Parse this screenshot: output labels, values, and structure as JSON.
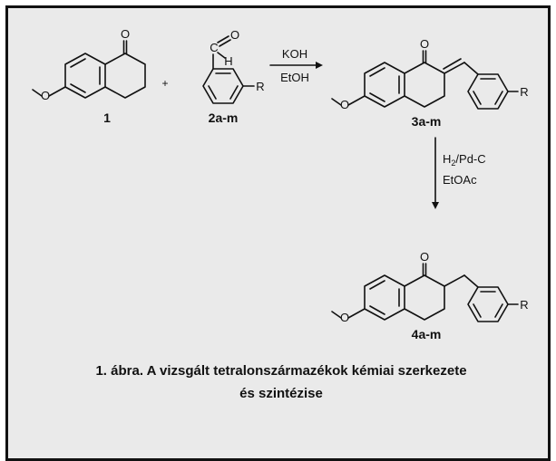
{
  "colors": {
    "panel": "#eaeaea",
    "border": "#111111",
    "ink": "#111111"
  },
  "atoms": {
    "o": "O",
    "c": "C",
    "h": "H",
    "r": "R"
  },
  "compounds": {
    "tetralone": "1",
    "aldehyde": "2a-m",
    "chalcone": "3a-m",
    "product": "4a-m"
  },
  "step1": {
    "reagent": "KOH",
    "solvent": "EtOH"
  },
  "step2": {
    "reagent_main": "H",
    "reagent_sub": "2",
    "reagent_rest": "/Pd-C",
    "solvent": "EtOAc"
  },
  "plus_sign": "+",
  "caption": {
    "line1": "1. ábra. A vizsgált tetralonszármazékok kémiai szerkezete",
    "line2": "és szintézise"
  }
}
